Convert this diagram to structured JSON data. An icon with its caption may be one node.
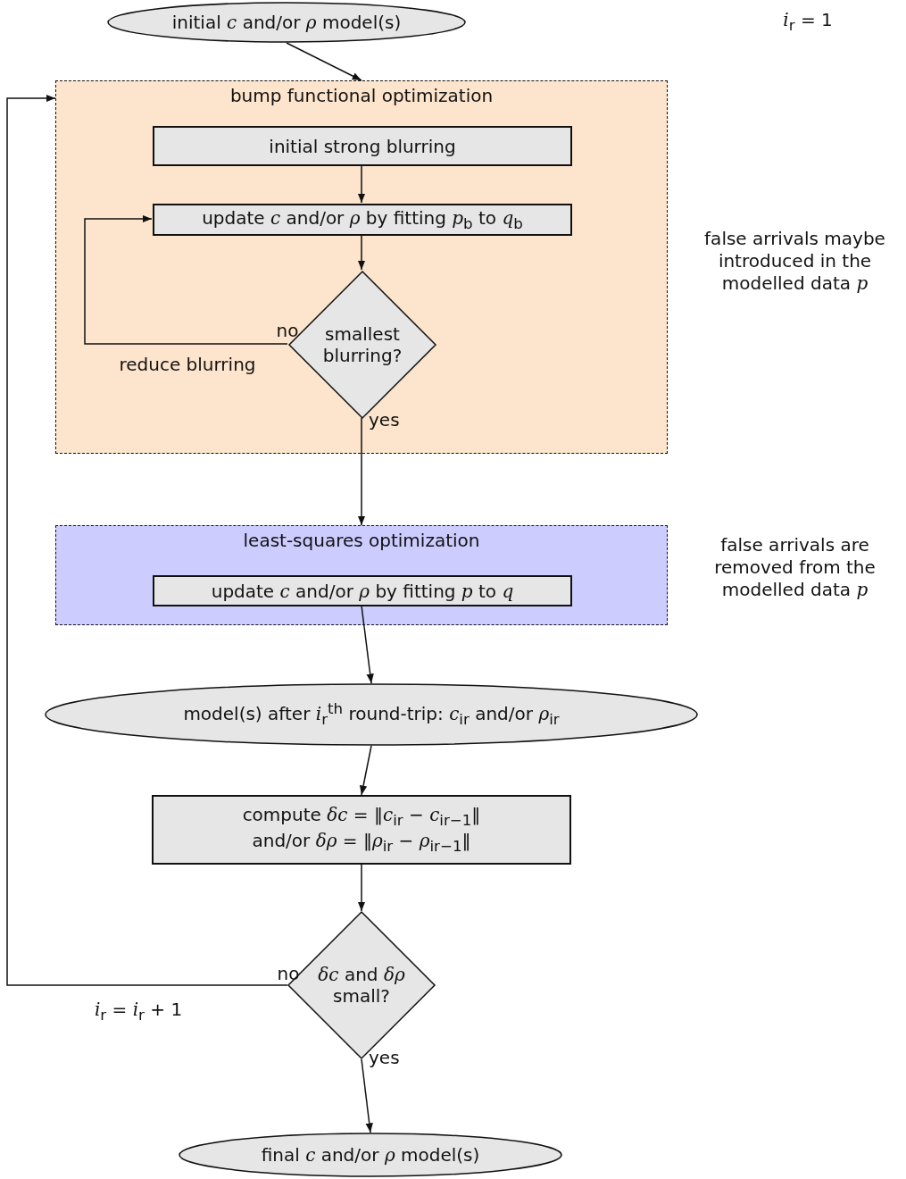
{
  "diagram": {
    "nodes": [
      {
        "text": [
          "initial *c* and/or *ρ* model(s)"
        ]
      },
      {
        "text": [
          "bump functional optimization"
        ]
      },
      {
        "text": [
          "initial strong blurring"
        ],
        "in": 1
      },
      {
        "text": [
          "update *c* and/or *ρ* by fitting *p*$_{b}$ to *q*$_{b}$"
        ],
        "in": 1
      },
      {
        "text": [
          "smallest blurring?"
        ],
        "in": 1
      },
      {
        "text": [
          "least-squares optimization"
        ]
      },
      {
        "text": [
          "update *c* and/or *ρ* by fitting *p* to *q*"
        ],
        "in": 5
      },
      {
        "text": [
          "model(s) after *i*$_{r}$$^{th}$ round-trip: *c*$_{ir}$ and/or *ρ*$_{ir}$"
        ]
      },
      {
        "text": [
          "compute *δc* = ‖*c*$_{ir}$ − *c*$_{ir−1}$‖ and/or *δρ* = ‖*ρ*$_{ir}$ − *ρ*$_{ir−1}$‖"
        ]
      },
      {
        "text": [
          "*δc* and *δρ* small?"
        ]
      },
      {
        "text": [
          "final *c* and/or *ρ* model(s)"
        ]
      }
    ],
    "edges": [
      {
        "from": 0,
        "to": 1,
        "arrow": "to"
      },
      {
        "from": 2,
        "to": 3,
        "arrow": "to"
      },
      {
        "from": 3,
        "to": 4,
        "arrow": "to"
      },
      {
        "from": 4,
        "to": 3,
        "arrow": "to",
        "label": "reduce blurring"
      },
      {
        "from": 4,
        "to": 5,
        "arrow": "to",
        "label": "yes"
      },
      {
        "from": 6,
        "to": 7,
        "arrow": "to"
      },
      {
        "from": 7,
        "to": 8,
        "arrow": "to"
      },
      {
        "from": 8,
        "to": 9,
        "arrow": "to"
      },
      {
        "from": 9,
        "to": 10,
        "arrow": "to",
        "label": "yes"
      },
      {
        "from": 9,
        "to": 1,
        "arrow": "to",
        "label": "*i*$_{r}$ = *i*$_{r}$ + 1"
      }
    ],
    "labels": [
      "*i*$_{r}$ = 1",
      "false arrivals maybe introduced in the modelled data *p*",
      "no",
      "false arrivals are removed from the modelled data *p*",
      "no"
    ]
  }
}
